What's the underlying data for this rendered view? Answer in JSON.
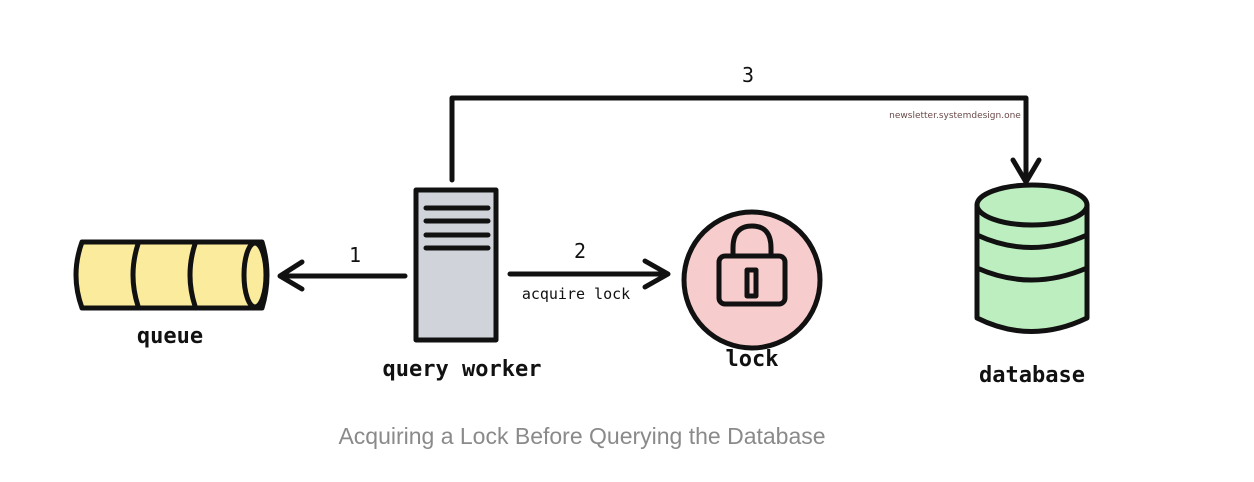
{
  "diagram": {
    "nodes": {
      "queue": {
        "label": "queue",
        "fill": "#fbeb9c"
      },
      "worker": {
        "label": "query worker",
        "fill": "#d0d4da"
      },
      "lock": {
        "label": "lock",
        "fill": "#f6cccc"
      },
      "database": {
        "label": "database",
        "fill": "#bdeebf"
      }
    },
    "edges": [
      {
        "from": "query worker",
        "to": "queue",
        "step": "1",
        "label": ""
      },
      {
        "from": "query worker",
        "to": "lock",
        "step": "2",
        "label": "acquire lock"
      },
      {
        "from": "query worker",
        "to": "database",
        "step": "3",
        "label": ""
      }
    ],
    "watermark": "newsletter.systemdesign.one"
  },
  "caption": "Acquiring a Lock Before Querying the Database"
}
